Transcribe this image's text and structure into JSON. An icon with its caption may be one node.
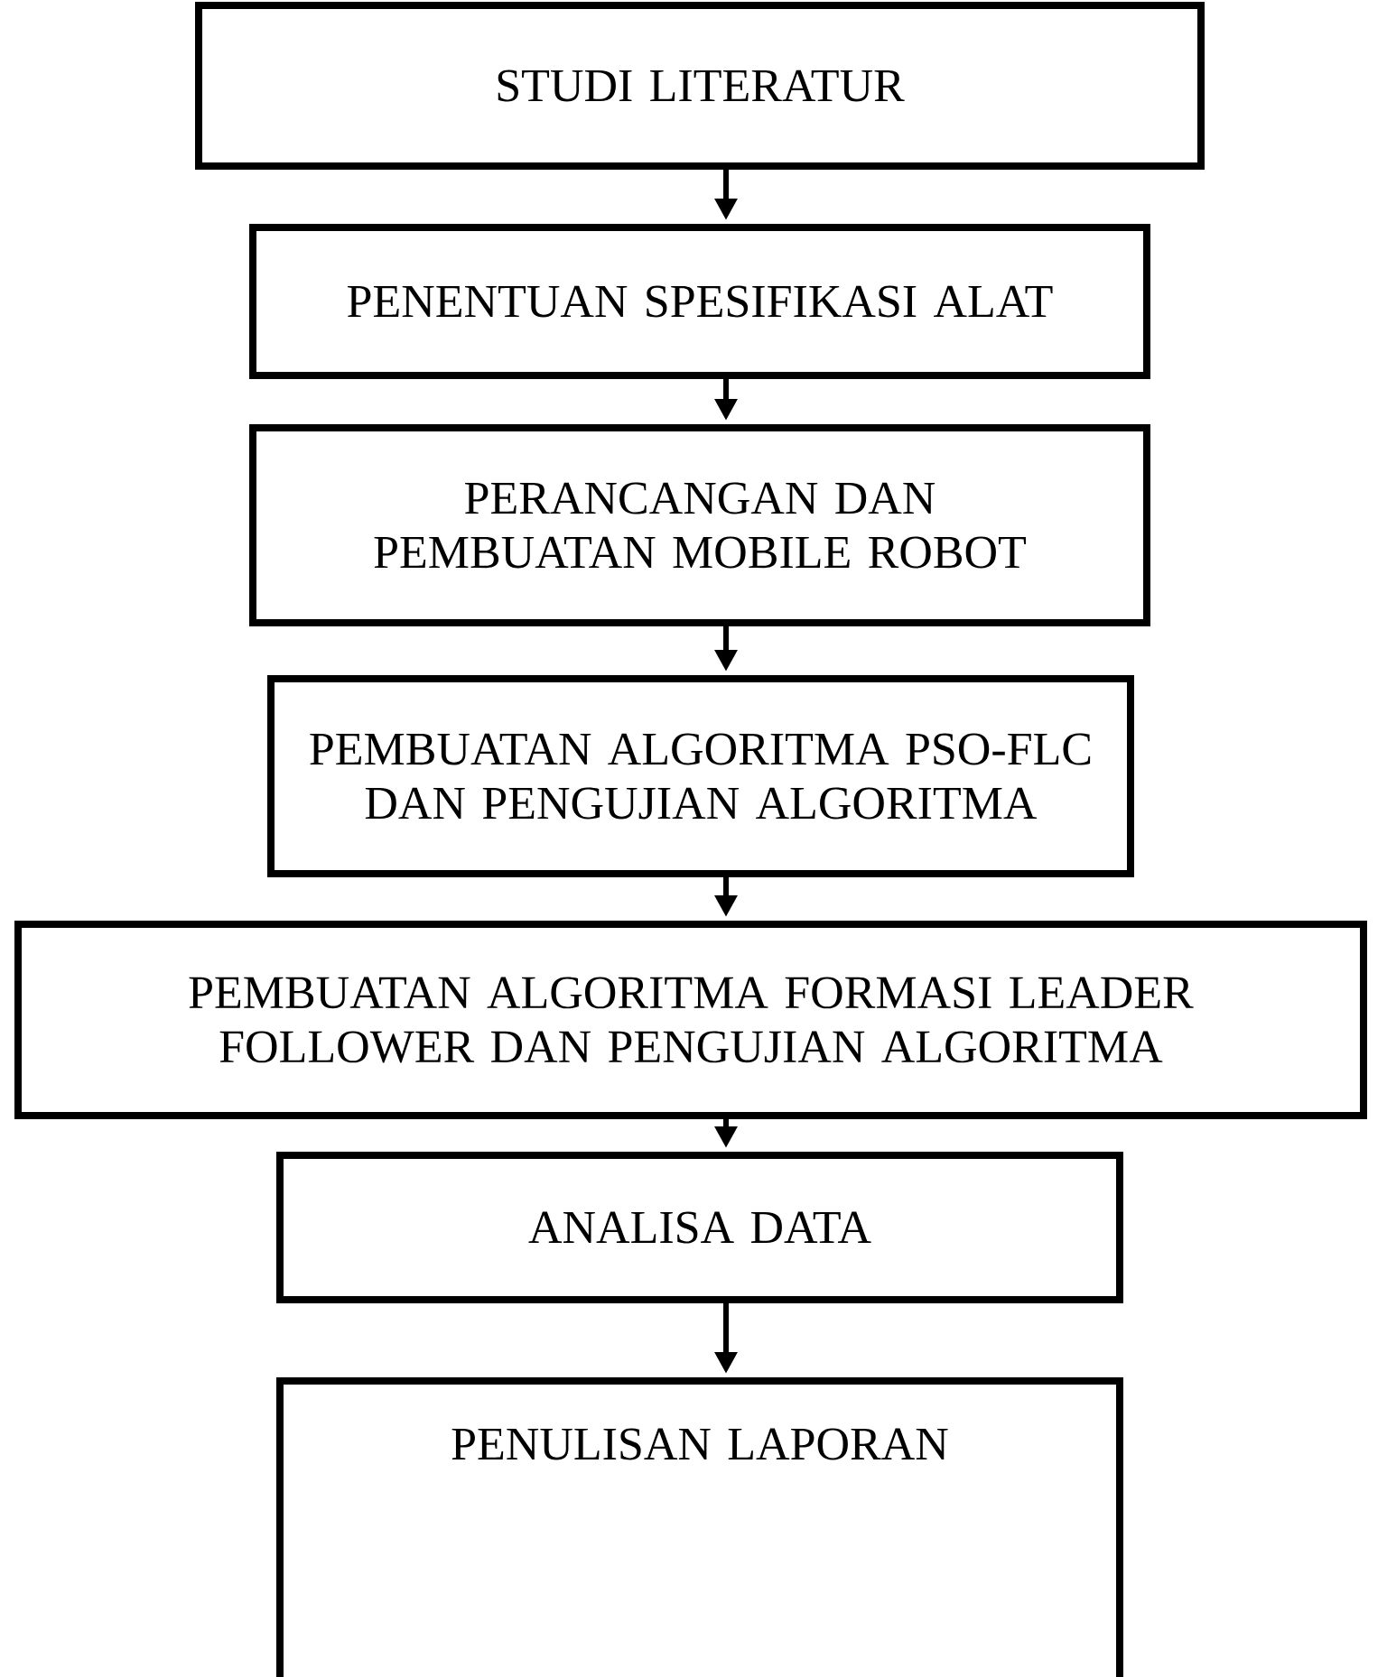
{
  "diagram": {
    "nodes": [
      {
        "text": [
          "STUDI LITERATUR"
        ]
      },
      {
        "text": [
          "PENENTUAN SPESIFIKASI ALAT"
        ]
      },
      {
        "text": [
          "PERANCANGAN DAN PEMBUATAN MOBILE ROBOT"
        ]
      },
      {
        "text": [
          "PEMBUATAN ALGORITMA PSO-FLC DAN PENGUJIAN ALGORITMA"
        ]
      },
      {
        "text": [
          "PEMBUATAN ALGORITMA FORMASI LEADER FOLLOWER DAN PENGUJIAN ALGORITMA"
        ]
      },
      {
        "text": [
          "ANALISA DATA"
        ]
      },
      {
        "text": [
          "PENULISAN LAPORAN"
        ]
      }
    ],
    "edges": [
      {
        "from": 0,
        "to": 1,
        "arrow": "to"
      },
      {
        "from": 1,
        "to": 2,
        "arrow": "to"
      },
      {
        "from": 2,
        "to": 3,
        "arrow": "to"
      },
      {
        "from": 3,
        "to": 4,
        "arrow": "to"
      },
      {
        "from": 4,
        "to": 5,
        "arrow": "to"
      },
      {
        "from": 5,
        "to": 6,
        "arrow": "to"
      }
    ]
  }
}
